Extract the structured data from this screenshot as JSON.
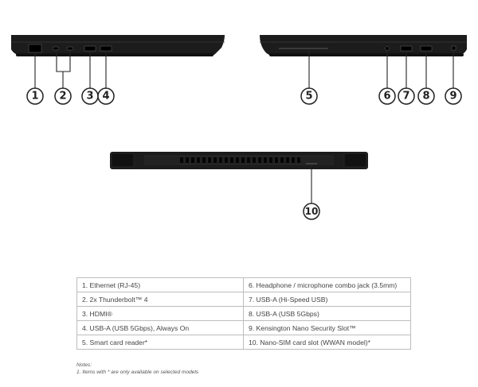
{
  "callouts": [
    "1",
    "2",
    "3",
    "4",
    "5",
    "6",
    "7",
    "8",
    "9",
    "10"
  ],
  "ports": {
    "left": [
      "1.   Ethernet (RJ-45)",
      "2.   2x Thunderbolt™ 4",
      "3.   HDMI®",
      "4.   USB-A (USB 5Gbps), Always On",
      "5.   Smart card reader*"
    ],
    "right": [
      "6.   Headphone / microphone combo jack (3.5mm)",
      "7.   USB-A (Hi-Speed USB)",
      "8.   USB-A (USB 5Gbps)",
      "9.   Kensington Nano Security Slot™",
      "10. Nano-SIM card slot (WWAN model)*"
    ]
  },
  "notes": {
    "heading": "Notes:",
    "line1": "1. Items with * are only available on selected models"
  }
}
